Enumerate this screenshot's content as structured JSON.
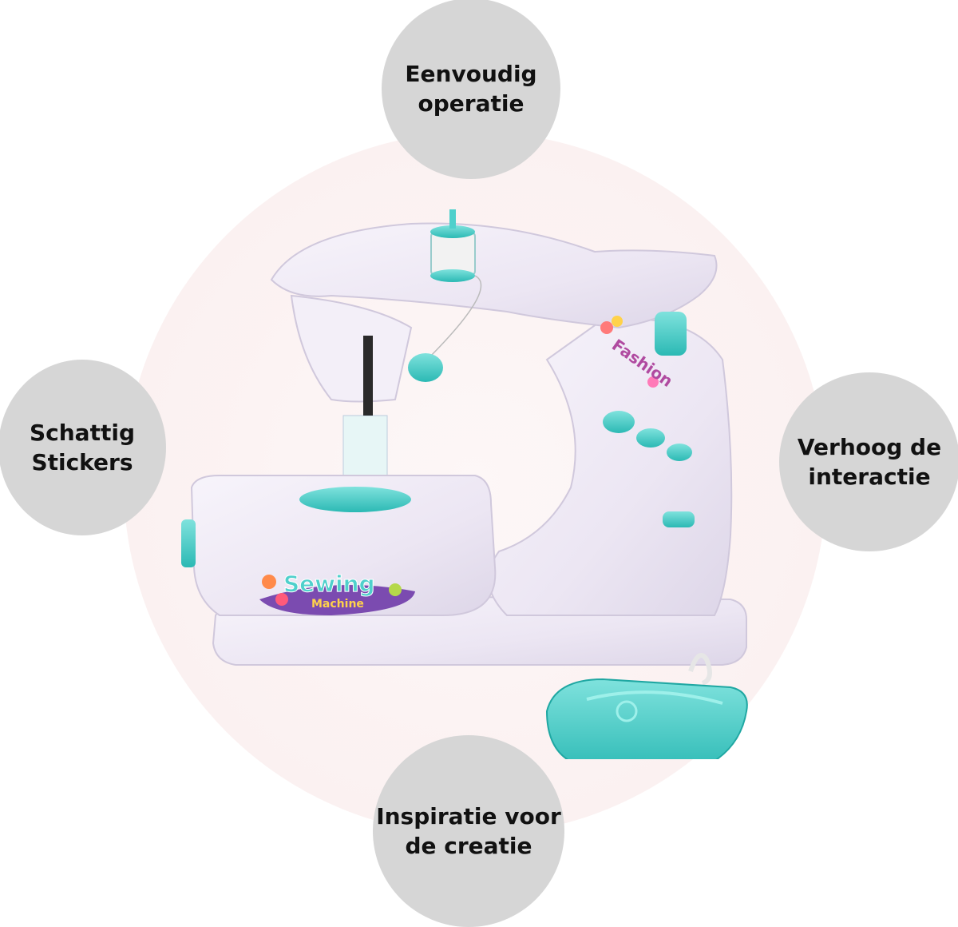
{
  "features": {
    "top": "Eenvoudig\noperatie",
    "left": "Schattig\nStickers",
    "right": "Verhoog de\ninteractie",
    "bottom": "Inspiratie voor\nde creatie"
  },
  "product": {
    "stickers": {
      "sewing": "Sewing",
      "machine": "Machine",
      "fashion": "Fashion"
    }
  },
  "colors": {
    "bubble": "#d6d6d6",
    "machine_body": "#efeaf6",
    "accent_teal": "#4fd0cc",
    "text": "#111111"
  },
  "icons": [
    "sewing-machine-illustration",
    "foot-pedal-icon",
    "thread-spool-icon"
  ]
}
